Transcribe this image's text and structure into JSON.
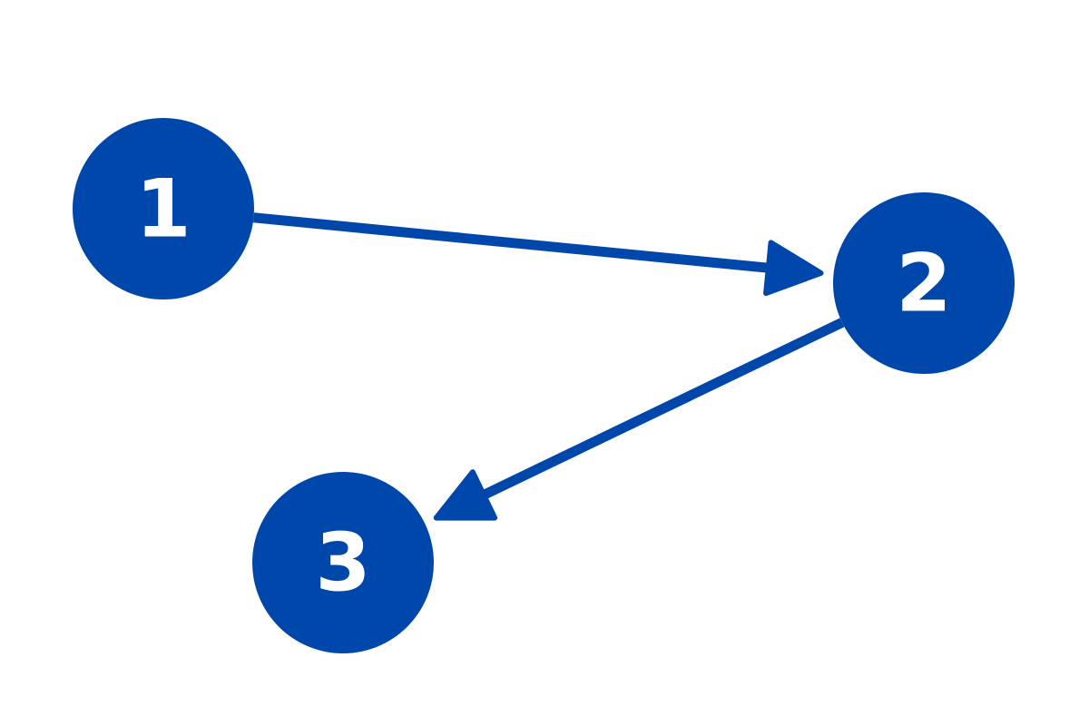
{
  "colors": {
    "primary": "#0047AB",
    "label": "#FFFFFF",
    "background": "#FFFFFF"
  },
  "nodes": [
    {
      "id": "n1",
      "label": "1"
    },
    {
      "id": "n2",
      "label": "2"
    },
    {
      "id": "n3",
      "label": "3"
    }
  ],
  "edges": [
    {
      "from": "n1",
      "to": "n2"
    },
    {
      "from": "n2",
      "to": "n3"
    }
  ]
}
